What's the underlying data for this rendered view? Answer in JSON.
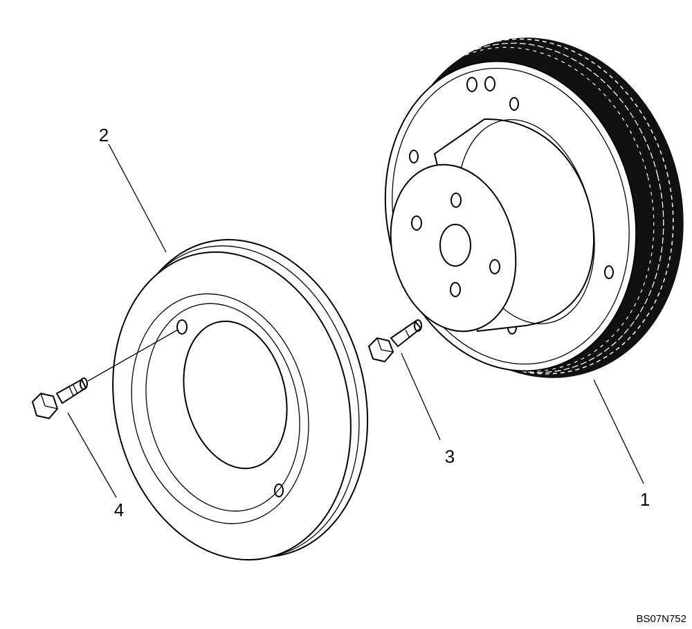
{
  "diagram": {
    "callouts": {
      "part_1": "1",
      "part_2": "2",
      "part_3": "3",
      "part_4": "4"
    },
    "drawing_code": "BS07N752",
    "colors": {
      "ink": "#000000",
      "paper": "#ffffff"
    }
  }
}
